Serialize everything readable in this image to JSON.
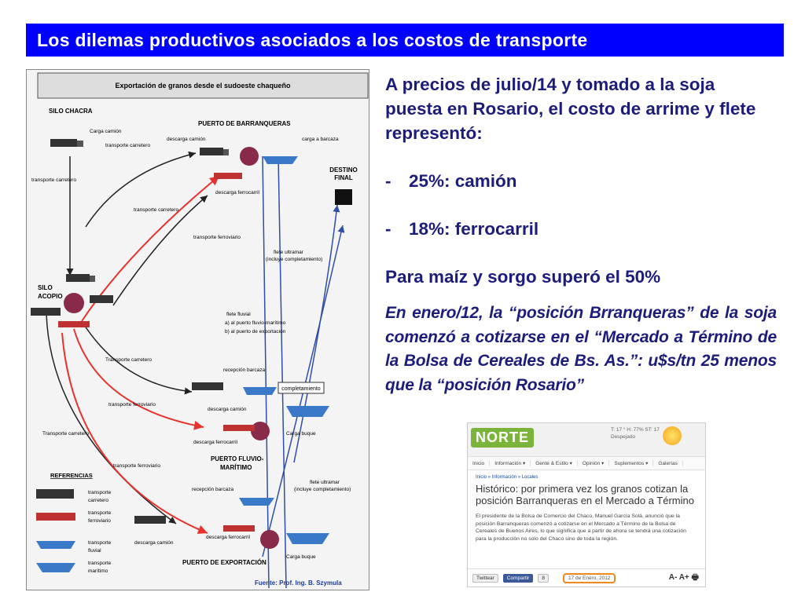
{
  "slide_title": "Los dilemas productivos asociados a los costos de transporte",
  "diagram": {
    "title": "Exportación de granos desde el sudoeste chaqueño",
    "silo_chacra": "SILO CHACRA",
    "carga_camion": "Carga camión",
    "transporte_carretero_1": "transporte carretero",
    "puerto_barranqueras": "PUERTO DE BARRANQUERAS",
    "descarga_camion_1": "descarga camión",
    "carga_barcaza": "carga a barcaza",
    "destino_final_1": "DESTINO",
    "destino_final_2": "FINAL",
    "transporte_carretero_2": "transporte carretero",
    "descarga_ferrocarril_1": "descarga ferrocarril",
    "transporte_carretero_3": "transporte carretero",
    "transporte_ferroviario_1": "transporte ferroviario",
    "flete_ultramar_1a": "flete ultramar",
    "flete_ultramar_1b": "(incluye completamiento)",
    "silo_acopio_1": "SILO",
    "silo_acopio_2": "ACOPIO",
    "flete_fluvial": "flete  fluvial",
    "flete_fluvial_a": "a) al  puerto fluvio-marítimo",
    "flete_fluvial_b": "b) al   puerto   de   exportación",
    "transporte_carretero_4": "Transporte carretero",
    "recepcion_barcaza_1": "recepción barcaza",
    "completamiento": "completamiento",
    "transporte_ferroviario_2": "transporte ferroviario",
    "descarga_camion_2": "descarga camión",
    "descarga_ferrocarril_2": "descarga ferrocarril",
    "carga_buque_1": "Carga buque",
    "transporte_carretero_5": "Transporte carretero",
    "puerto_fluvio_1": "PUERTO FLUVIO-",
    "puerto_fluvio_2": "MARÍTIMO",
    "transporte_ferroviario_3": "transporte ferroviario",
    "flete_ultramar_2a": "flete ultramar",
    "flete_ultramar_2b": "(incluye completamiento)",
    "referencias": "REFERENCIAS",
    "recepcion_barcaza_2": "recepción barcaza",
    "ref_carretero_1": "transporte",
    "ref_carretero_2": "carretero",
    "ref_ferroviario_1": "transporte",
    "ref_ferroviario_2": "ferroviario",
    "ref_fluvial_1": "transporte",
    "ref_fluvial_2": "fluvial",
    "ref_maritimo_1": "transporte",
    "ref_maritimo_2": "marítimo",
    "descarga_camion_3": "descarga camión",
    "descarga_ferrocarril_3": "descarga ferrocarril",
    "carga_buque_2": "Carga buque",
    "puerto_exportacion": "PUERTO DE EXPORTACIÓN",
    "fuente": "Fuente: Prof. Ing. B. Szymula"
  },
  "text": {
    "intro": "A precios de julio/14 y tomado a la soja puesta en Rosario, el costo de arrime y flete representó:",
    "dash": "-",
    "bullet1": "25%: camión",
    "bullet2": "18%: ferrocarril",
    "maiz": "Para maíz y sorgo superó el 50%",
    "enero": "En enero/12, la “posición Brranqueras” de la soja comenzó a cotizarse en el “Mercado a Término de la Bolsa de Cereales de Bs. As.”: u$s/tn 25 menos que la “posición Rosario”"
  },
  "news": {
    "logo": "NORTE",
    "weather_line1": "T: 17 °  H: 77%  ST: 17",
    "weather_line2": "Despejado",
    "nav": [
      "Inicio",
      "Información ▾",
      "Gente & Estilo ▾",
      "Opinión ▾",
      "Suplementos ▾",
      "Galerías"
    ],
    "crumbs": "Inicio » Información » Locales",
    "headline": "Histórico: por primera vez los granos cotizan la posición Barranqueras en el Mercado a Término",
    "body": "El presidente de la Bolsa de Comercio del Chaco, Manuel García Solá, anunció que la posición Barranqueras comenzó a cotizarse en el Mercado a Término de la Bolsa de Cereales de Buenos Aires, lo que significa que a partir de ahora se tendrá una cotización para la producción no solo del Chaco sino de toda la región.",
    "twitter": "Twittear",
    "compartir": "Compartir",
    "share_count": "8",
    "date": "17 de Enero, 2012",
    "fontsize": "A-  A+  🖶"
  },
  "colors": {
    "title_bg": "#0000ff",
    "text": "#1c1c7a",
    "red_arrow": "#e8322d",
    "blue_line": "#2e4ea8"
  }
}
